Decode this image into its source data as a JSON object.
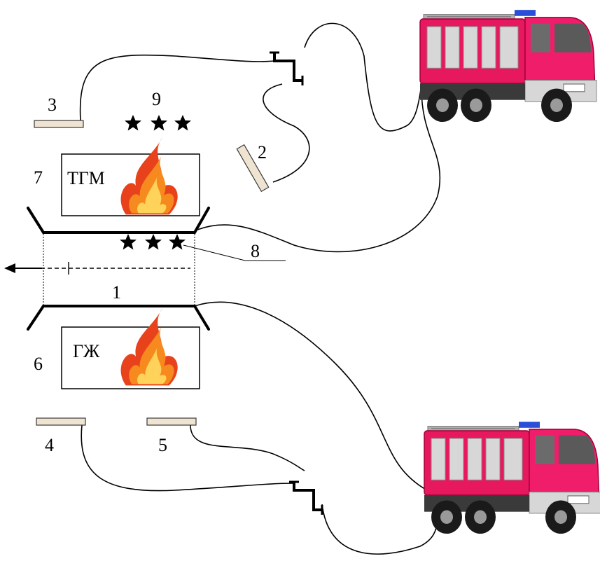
{
  "labels": {
    "n1": "1",
    "n2": "2",
    "n3": "3",
    "n4": "4",
    "n5": "5",
    "n6": "6",
    "n7": "7",
    "n8": "8",
    "n9": "9"
  },
  "boxes": {
    "upper": "ТГМ",
    "lower": "ГЖ"
  },
  "colors": {
    "truck_body": "#e8185f",
    "truck_cab": "#f01e6a",
    "flame_outer": "#e8421c",
    "flame_mid": "#f78a1e",
    "flame_inner": "#ffd25a",
    "nozzle_fill": "#efe3d2"
  },
  "icons": [
    "fire-truck-icon",
    "flame-icon",
    "star-icon",
    "branch-splitter-icon",
    "direction-arrow-icon"
  ]
}
